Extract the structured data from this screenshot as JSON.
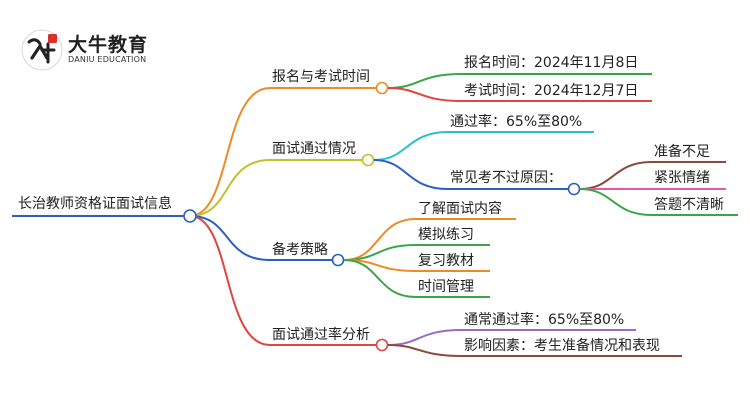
{
  "logo": {
    "name_cn": "大牛教育",
    "name_en": "DANIU EDUCATION"
  },
  "mindmap": {
    "root": "长治教师资格证面试信息",
    "branches": [
      {
        "label": "报名与考试时间",
        "color": "#f08a24",
        "children": [
          {
            "label": "报名时间：2024年11月8日",
            "color": "#3aa648"
          },
          {
            "label": "考试时间：2024年12月7日",
            "color": "#e0453f"
          }
        ]
      },
      {
        "label": "面试通过情况",
        "color": "#bfc22a",
        "children": [
          {
            "label": "通过率：65%至80%",
            "color": "#2bc0c9"
          },
          {
            "label": "常见考不过原因：",
            "color": "#2b5fc4",
            "children": [
              {
                "label": "准备不足",
                "color": "#8c4a3a"
              },
              {
                "label": "紧张情绪",
                "color": "#e35aa8"
              },
              {
                "label": "答题不清晰",
                "color": "#3aa648"
              }
            ]
          }
        ]
      },
      {
        "label": "备考策略",
        "color": "#2b5fc4",
        "children": [
          {
            "label": "了解面试内容",
            "color": "#f08a24"
          },
          {
            "label": "模拟练习",
            "color": "#3aa648"
          },
          {
            "label": "复习教材",
            "color": "#f08a24"
          },
          {
            "label": "时间管理",
            "color": "#3aa648"
          }
        ]
      },
      {
        "label": "面试通过率分析",
        "color": "#e0453f",
        "children": [
          {
            "label": "通常通过率：65%至80%",
            "color": "#9a6cc8"
          },
          {
            "label": "影响因素：考生准备情况和表现",
            "color": "#8c4a3a"
          }
        ]
      }
    ]
  }
}
